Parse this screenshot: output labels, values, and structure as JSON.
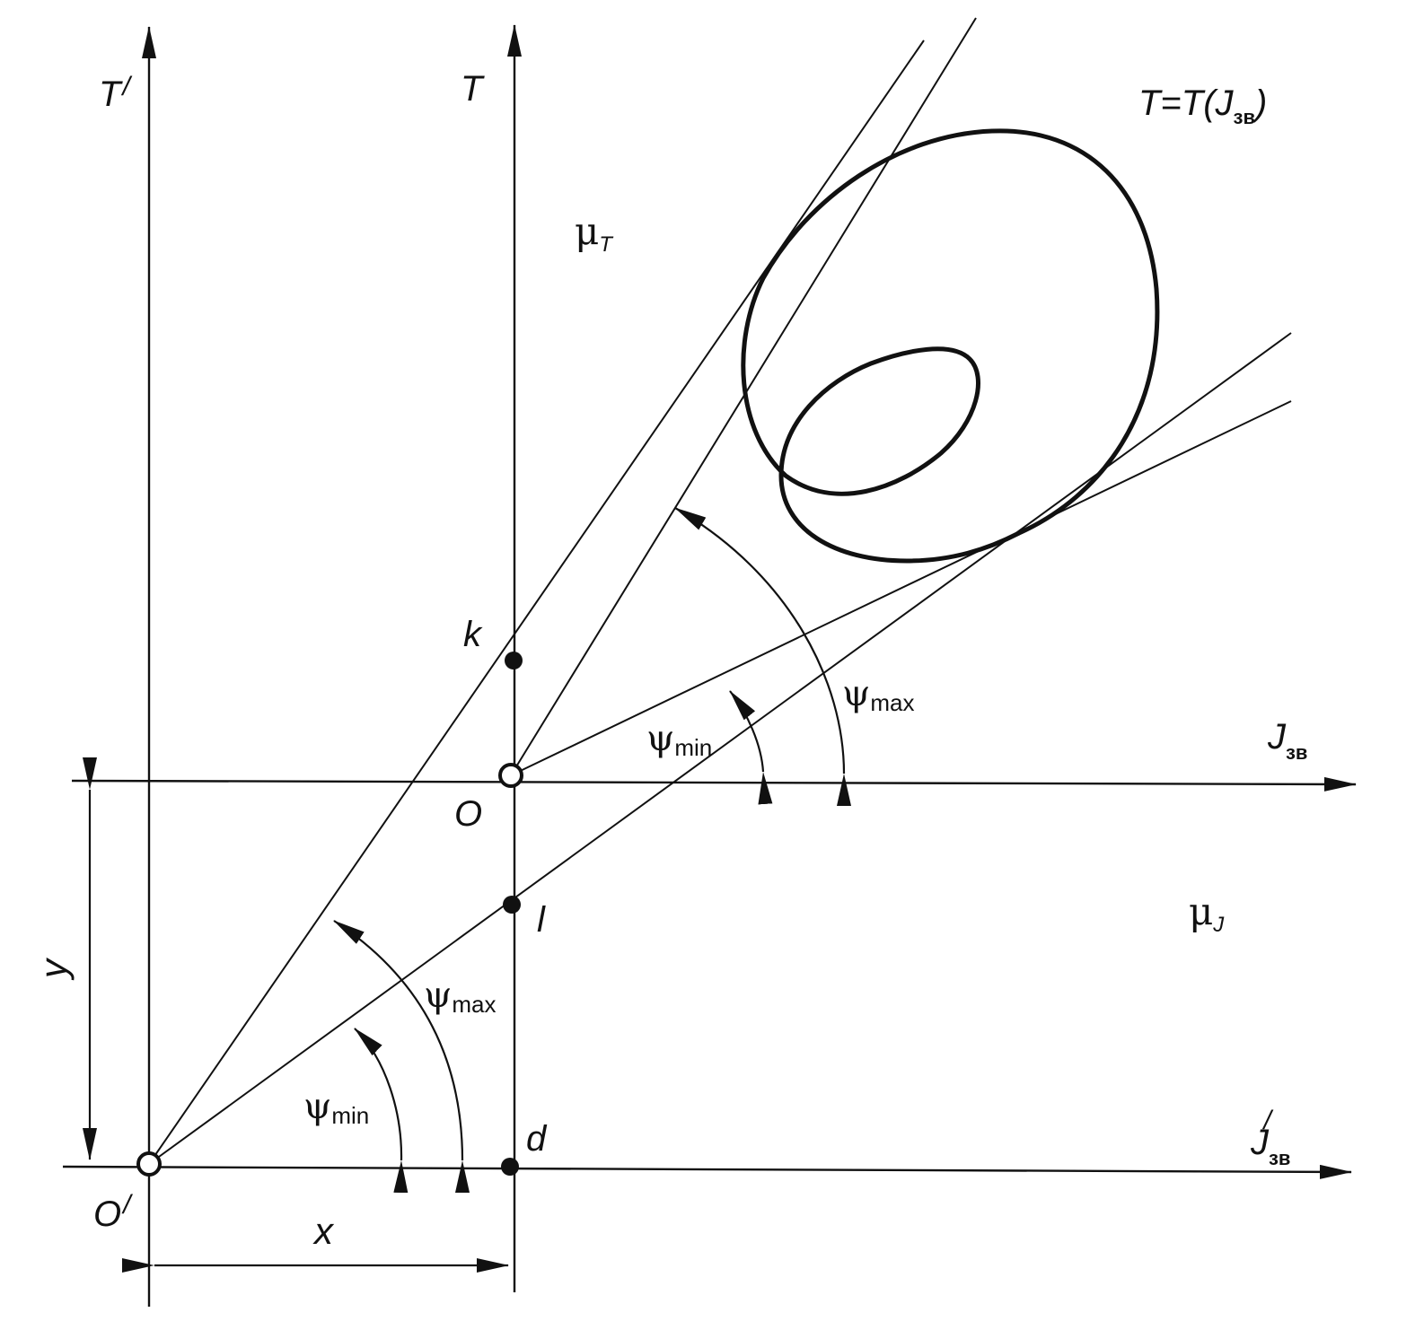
{
  "axes": {
    "t_prime": "T",
    "t_prime_mark": "/",
    "t": "T",
    "j_main": "J",
    "j_main_sub": "зв",
    "j_prime": "J",
    "j_prime_sub": "зв",
    "j_prime_mark": "/"
  },
  "curve_label": {
    "prefix": "T=T(J",
    "sub": "зв",
    "suffix": ")"
  },
  "points": {
    "origin": "O",
    "origin_prime": "O",
    "origin_prime_mark": "/",
    "k": "k",
    "l": "l",
    "d": "d"
  },
  "scales": {
    "mu_t": "μ",
    "mu_t_sub": "T",
    "mu_j": "μ",
    "mu_j_sub": "J"
  },
  "angles": {
    "psi": "ψ",
    "min": "min",
    "max": "max"
  },
  "dimensions": {
    "x": "x",
    "y": "y"
  }
}
